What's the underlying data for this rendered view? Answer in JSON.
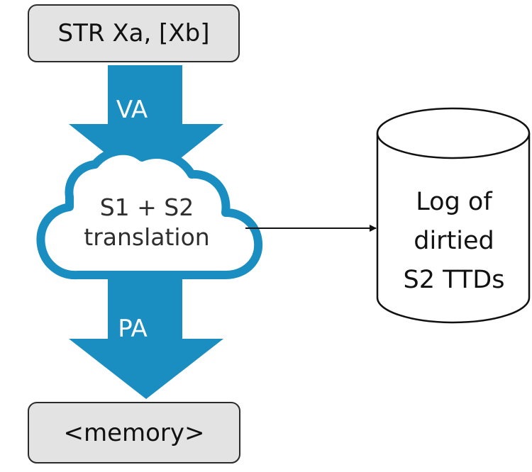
{
  "instruction": {
    "label": "STR Xa, [Xb]"
  },
  "arrows": {
    "va_label": "VA",
    "pa_label": "PA"
  },
  "translation": {
    "line1": "S1 + S2",
    "line2": "translation"
  },
  "log": {
    "line1": "Log of",
    "line2": "dirtied",
    "line3": "S2 TTDs"
  },
  "memory": {
    "label": "<memory>"
  },
  "colors": {
    "arrow_blue": "#1a8ec0",
    "box_fill": "#e3e3e3",
    "box_border": "#2b2b2b"
  },
  "icons": [
    "cloud-icon",
    "cylinder-icon",
    "arrow-right-icon"
  ]
}
